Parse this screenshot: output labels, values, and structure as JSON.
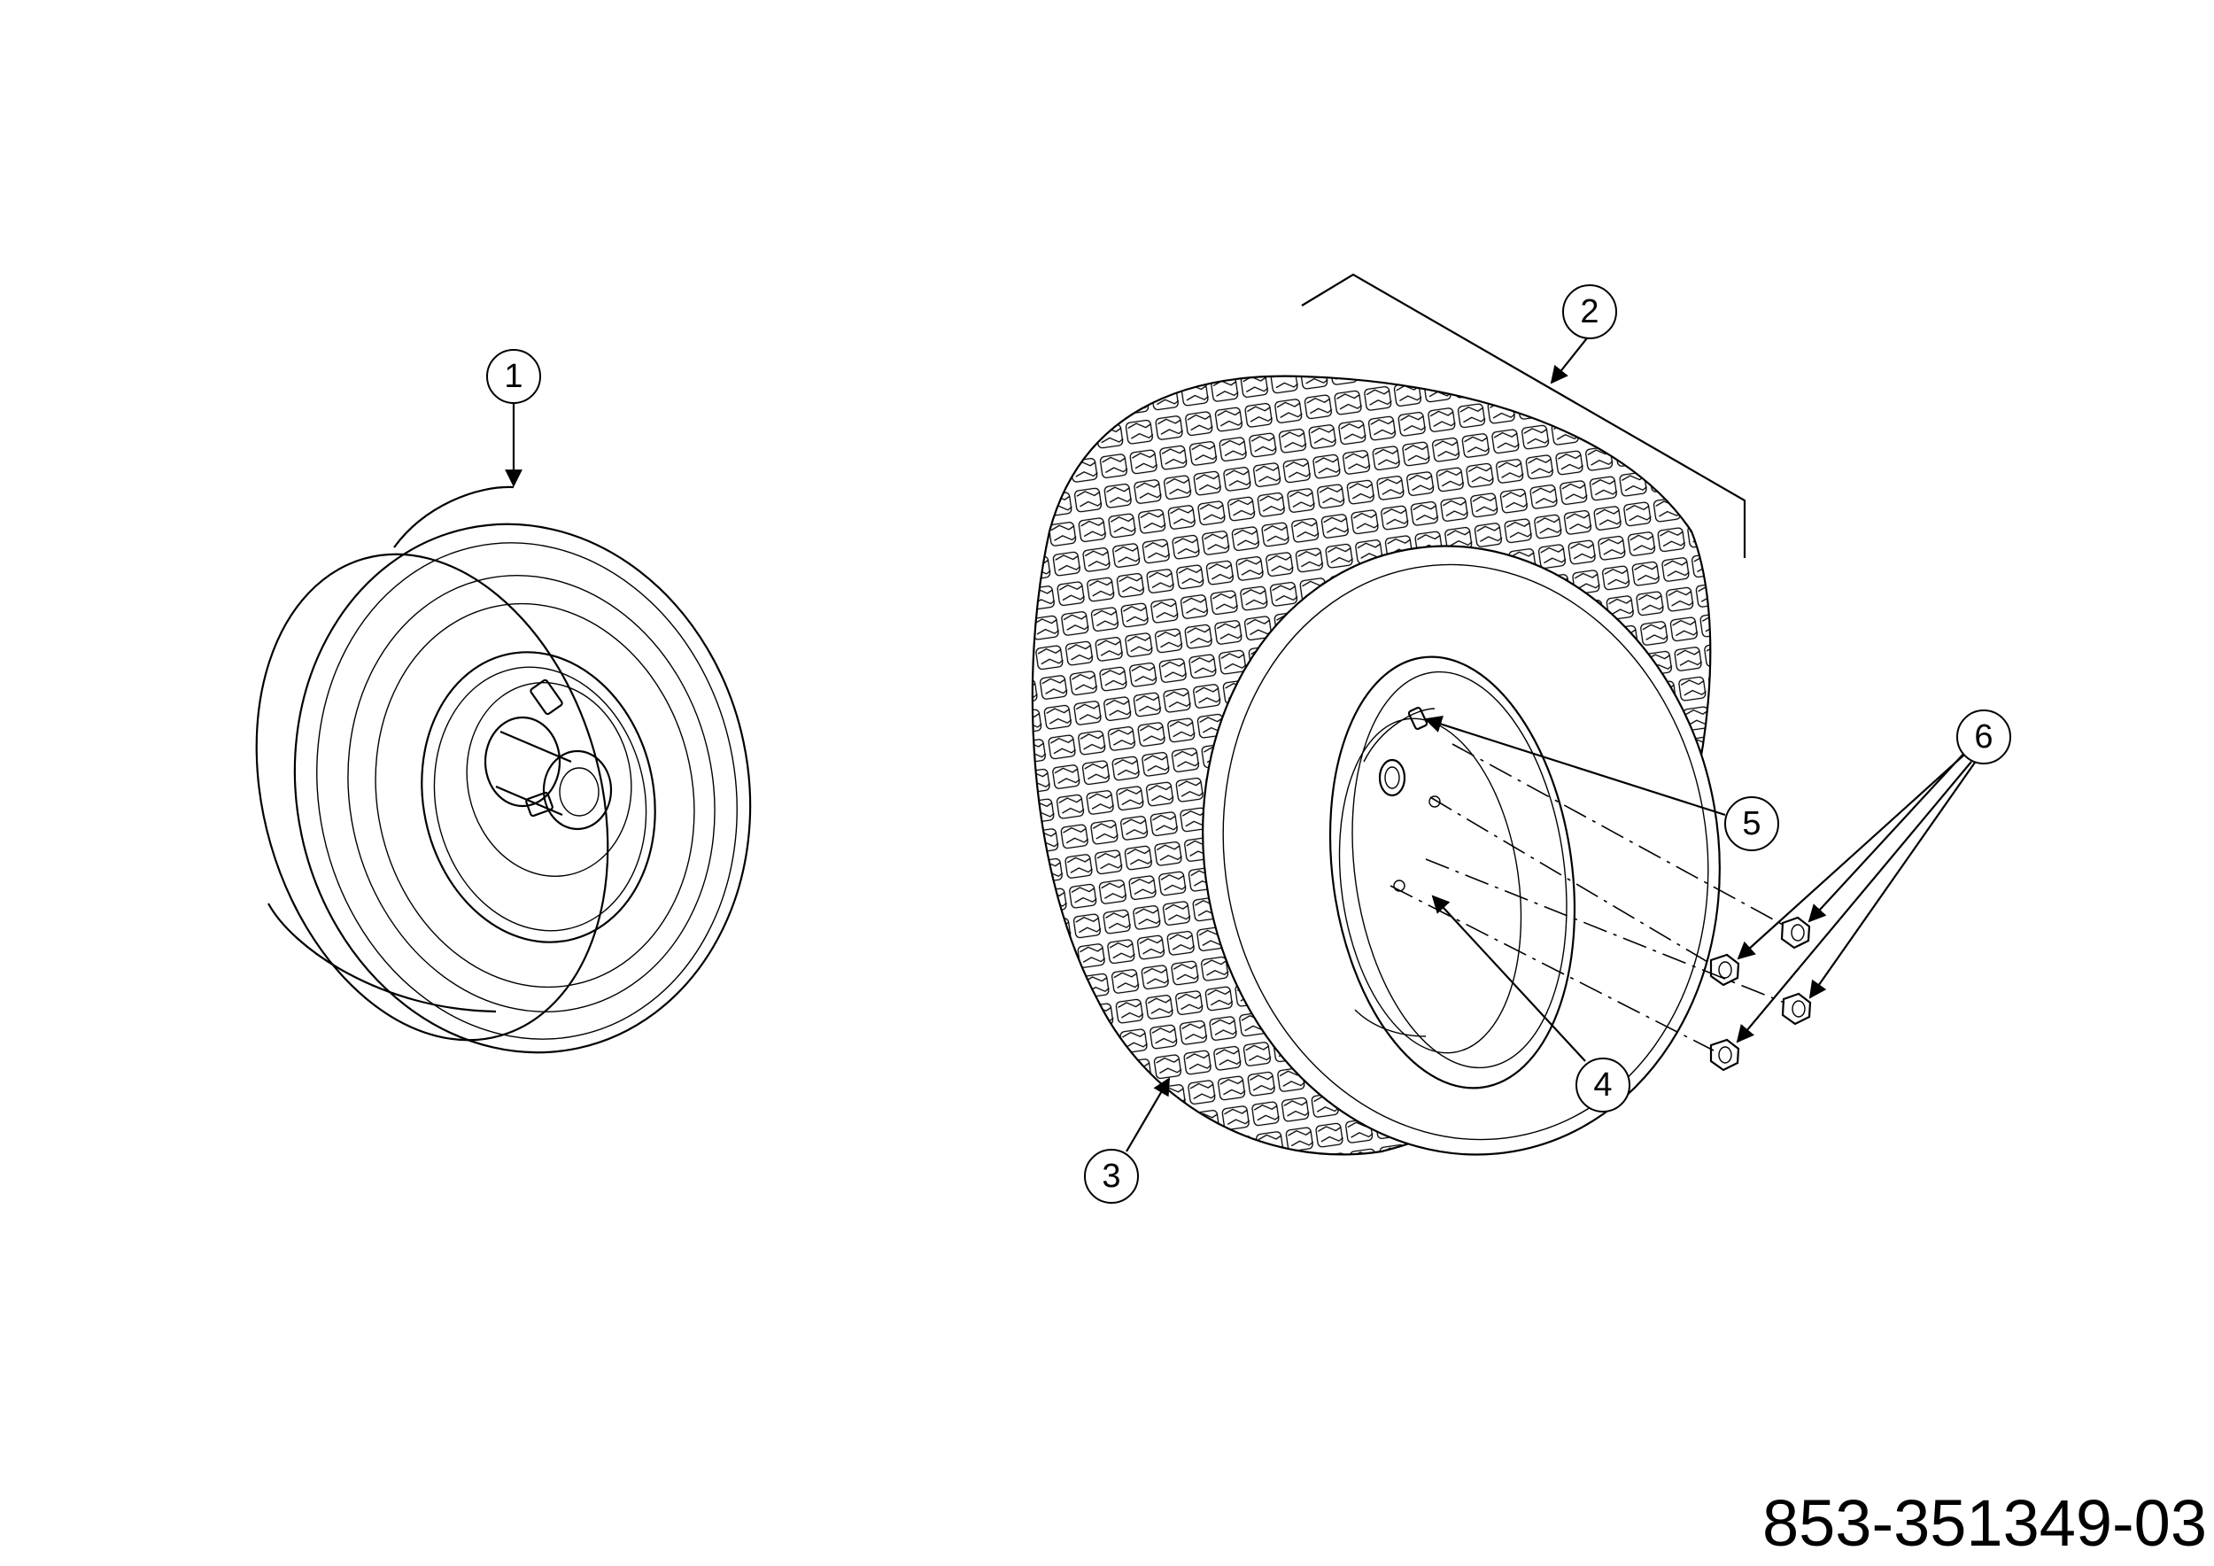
{
  "drawing_number": "853-351349-03",
  "callouts": [
    {
      "id": "1",
      "label": "1"
    },
    {
      "id": "2",
      "label": "2"
    },
    {
      "id": "3",
      "label": "3"
    },
    {
      "id": "4",
      "label": "4"
    },
    {
      "id": "5",
      "label": "5"
    },
    {
      "id": "6",
      "label": "6"
    }
  ]
}
